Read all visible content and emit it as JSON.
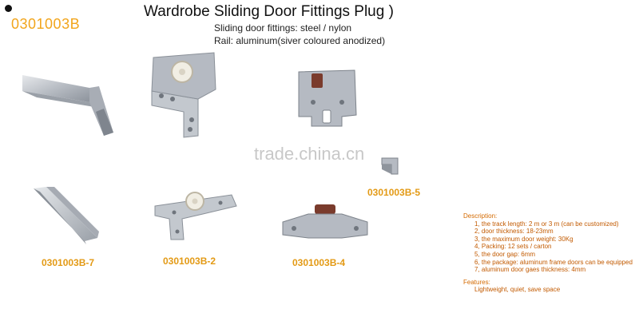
{
  "header": {
    "model": "0301003B",
    "title": "Wardrobe Sliding Door Fittings Plug )",
    "spec_fittings": "Sliding door fittings: steel / nylon",
    "spec_rail": "Rail: aluminum(siver coloured anodized)"
  },
  "watermark": "trade.china.cn",
  "part_labels": {
    "b5": "0301003B-5",
    "b7": "0301003B-7",
    "b2": "0301003B-2",
    "b4": "0301003B-4"
  },
  "description": {
    "heading": "Description:",
    "items": [
      "1, the track length: 2 m or 3 m (can be customized)",
      "2, door thickness: 18-23mm",
      "3, the maximum door weight: 30Kg",
      "4, Packing: 12 sets / carton",
      "5, the door gap: 6mm",
      "6, the package: aluminum frame doors can be equipped",
      "7, aluminum door gaes thickness: 4mm"
    ],
    "features_heading": "Features:",
    "features_text": "Lightweight, quiet, save space"
  },
  "colors": {
    "label_orange": "#e39a15",
    "description_text": "#c25a00",
    "metal": "#b9bec6",
    "nylon_wheel": "#f1eee4",
    "brown_cap": "#7a3b2c"
  }
}
